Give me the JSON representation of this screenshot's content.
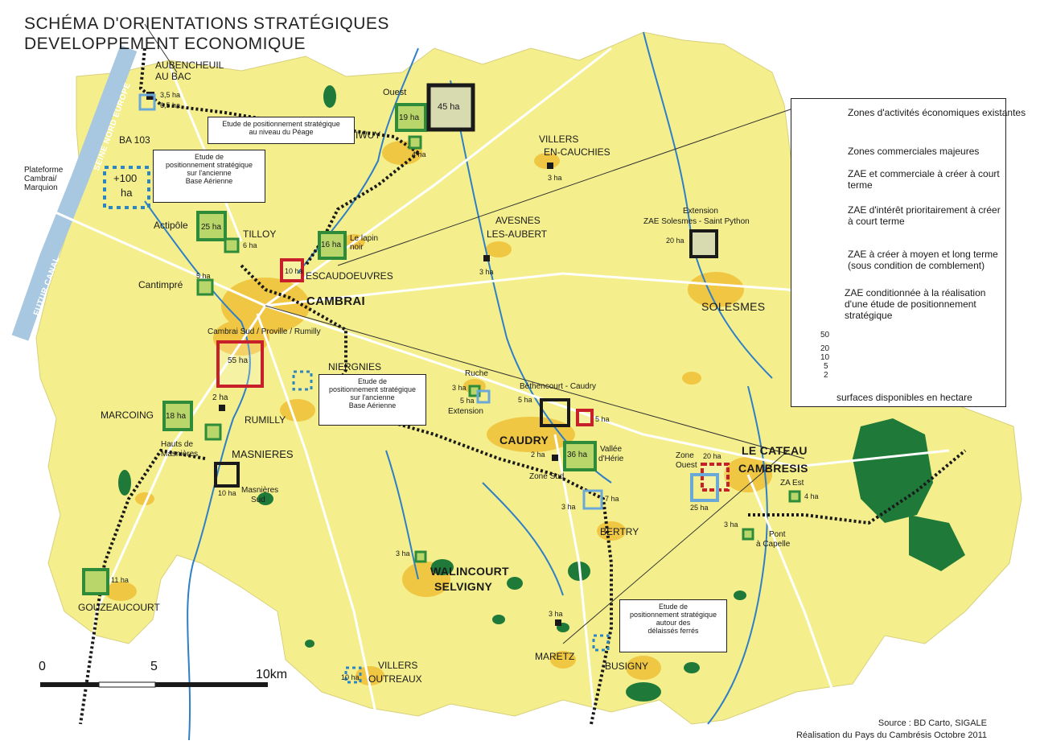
{
  "title": {
    "line1": "SCHÉMA D'ORIENTATIONS STRATÉGIQUES",
    "line2": "DEVELOPPEMENT ECONOMIQUE"
  },
  "towns": {
    "cambrai": "CAMBRAI",
    "caudry": "CAUDRY",
    "solesmes": "SOLESMES",
    "le_cateau_1": "LE CATEAU",
    "le_cateau_2": "CAMBRESIS",
    "masnieres": "MASNIERES",
    "rumilly": "RUMILLY",
    "marcoing": "MARCOING",
    "gouzeaucourt": "GOUZEAUCOURT",
    "walincourt_1": "WALINCOURT",
    "walincourt_2": "SELVIGNY",
    "bertry": "BERTRY",
    "busigny": "BUSIGNY",
    "maretz": "MARETZ",
    "villers_outreaux_1": "VILLERS",
    "villers_outreaux_2": "OUTREAUX",
    "villers_cauchies_1": "VILLERS",
    "villers_cauchies_2": "EN-CAUCHIES",
    "avesnes_1": "AVESNES",
    "avesnes_2": "LES-AUBERT",
    "escaudoeuvres": "ESCAUDOEUVRES",
    "tilloy": "TILLOY",
    "niergnies": "NIERGNIES",
    "aubencheuil_1": "AUBENCHEUIL",
    "aubencheuil_2": "AU BAC",
    "iwuy": "IWUY"
  },
  "places": {
    "ba103": "BA 103",
    "actipole": "Actipôle",
    "cantimpre": "Cantimpré",
    "cambrai_sud": "Cambrai Sud / Proville / Rumilly",
    "lapin_noir_1": "Le lapin",
    "lapin_noir_2": "noir",
    "ouest": "Ouest",
    "hauts_1": "Hauts de",
    "hauts_2": "Masnières",
    "masnieres_sud_1": "Masnières",
    "masnieres_sud_2": "Sud",
    "ruche": "Ruche",
    "extension": "Extension",
    "bethencourt": "Béthencourt - Caudry",
    "zone_sud": "Zone Sud",
    "vallee_1": "Vallée",
    "vallee_2": "d'Hérie",
    "zone_ouest_1": "Zone",
    "zone_ouest_2": "Ouest",
    "za_est": "ZA Est",
    "pont_1": "Pont",
    "pont_2": "à Capelle",
    "ext_solesmes_1": "Extension",
    "ext_solesmes_2": "ZAE Solesmes - Saint Python",
    "plateforme_1": "Plateforme",
    "plateforme_2": "Cambrai/",
    "plateforme_3": "Marquion",
    "seine_nord": "SEINE NORD EUROPE",
    "futur_canal": "FUTUR CANAL"
  },
  "sizes": {
    "s_aubencheuil_a": "3,5 ha",
    "s_aubencheuil_b": "6,5 ha",
    "s_ouest": "19 ha",
    "s_45": "45 ha",
    "s_iwuy": "4 ha",
    "s_villers": "3 ha",
    "s_ba": "+100",
    "s_ba_b": "ha",
    "s_actipole": "25 ha",
    "s_tilloy": "6 ha",
    "s_lapin": "16 ha",
    "s_escaud": "10 ha",
    "s_avesnes": "3 ha",
    "s_cantimpre": "5 ha",
    "s_cambrai_sud": "55 ha",
    "s_solesmes": "20 ha",
    "s_ruche_a": "3 ha",
    "s_ruche_b": "5 ha",
    "s_beth": "5 ha",
    "s_beth_b": "5 ha",
    "s_marcoing": "18 ha",
    "s_rumilly": "2 ha",
    "s_caudry_a": "2 ha",
    "s_caudry_b": "36 ha",
    "s_masnieres_sud": "10 ha",
    "s_bertry_a": "3 ha",
    "s_bertry_b": "7 ha",
    "s_cateau_a": "20 ha",
    "s_cateau_b": "25 ha",
    "s_za_est": "4 ha",
    "s_pont": "3 ha",
    "s_walincourt": "3 ha",
    "s_gouzeaucourt": "11 ha",
    "s_maretz": "3 ha",
    "s_villers_out": "10 ha"
  },
  "study_boxes": {
    "peage": [
      "Etude de positionnement stratégique",
      "au niveau du Péage"
    ],
    "base_nord": [
      "Etude de",
      "positionnement stratégique",
      "sur l'ancienne",
      "Base Aérienne"
    ],
    "base_sud": [
      "Etude de",
      "positionnement stratégique",
      "sur l'ancienne",
      "Base Aérienne"
    ],
    "delaisses": [
      "Etude de",
      "positionnement stratégique",
      "autour des",
      "délaissés ferrés"
    ]
  },
  "legend": {
    "items": [
      {
        "label": "Zones d'activités économiques existantes",
        "kind": "existing",
        "color": "#2e8b3a"
      },
      {
        "label": "Zones commerciales majeures",
        "kind": "commercial",
        "color": "#c8202a"
      },
      {
        "label": "ZAE et commerciale à créer à court terme",
        "kind": "mixed",
        "color": "#c8202a"
      },
      {
        "label": "ZAE d'intérêt prioritairement à créer à court terme",
        "kind": "priority",
        "color": "#1a1a1a"
      },
      {
        "label": "ZAE à créer à moyen et long terme (sous condition de comblement)",
        "kind": "longterm",
        "color": "#6aa8d8"
      },
      {
        "label": "ZAE conditionnée à la réalisation d'une étude de positionnement stratégique",
        "kind": "conditional",
        "color": "#2e86c1"
      }
    ],
    "scale_values": [
      "50",
      "20",
      "10",
      "5",
      "2"
    ],
    "scale_caption": "surfaces disponibles en hectare"
  },
  "scale_bar": {
    "labels": [
      "0",
      "5",
      "10km"
    ]
  },
  "source": {
    "line1": "Source : BD Carto, SIGALE",
    "line2": "Réalisation du Pays du Cambrésis Octobre 2011"
  },
  "colors": {
    "territory": "#f4ef8c",
    "urban": "#f0c23a",
    "forest": "#1f7a3a",
    "water": "#2f7fc8",
    "road": "#ffffff",
    "canal": "#a8c8e2"
  }
}
